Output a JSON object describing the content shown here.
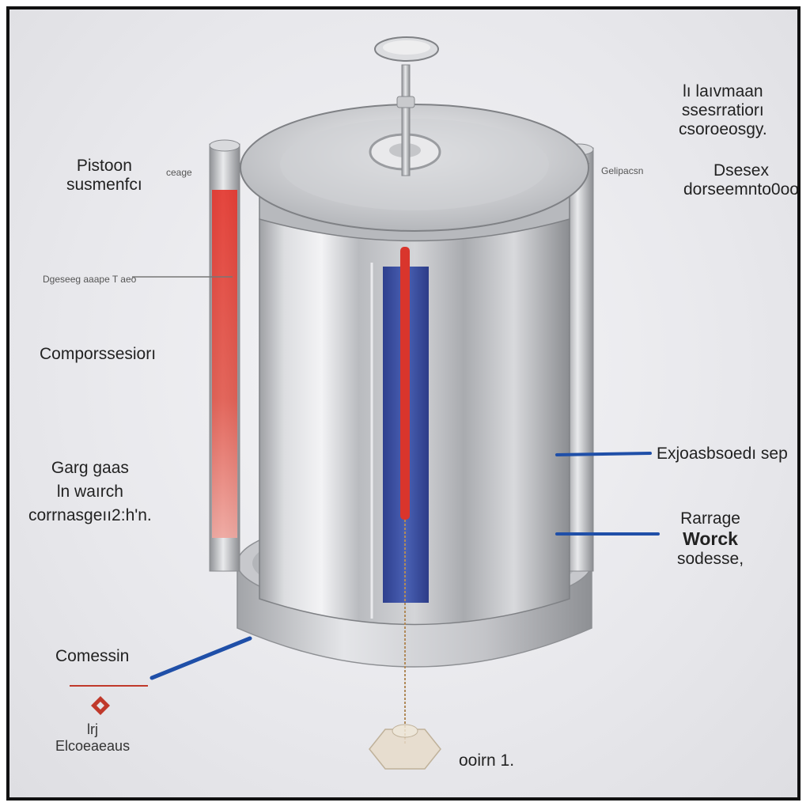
{
  "colors": {
    "background": "#e8e8ec",
    "frame": "#111111",
    "cylinder": "#c9cacd",
    "hot_tube": "#e0473c",
    "cold_strip": "#3a4fa0",
    "pointer": "#1f4fa8",
    "indicator": "#c0392b"
  },
  "labels": {
    "top_right": [
      "lı laıvmaan",
      "ssesrratiorı",
      "csoroeosgy."
    ],
    "piston": [
      "Pistoon",
      "susmenfcı"
    ],
    "piston_small": "ceage",
    "mid_right_small": "Gelipacsn",
    "right_upper": [
      "Dsesex",
      "dorseemnto0oo"
    ],
    "left_small": "Dgeseeg aaape  T aeo",
    "compression": "Comporssesiorı",
    "gas": [
      "Garg gaas",
      "ln waırch",
      "corrnasgeıı2:h'n."
    ],
    "expansion": "Exjoasbsoedı sep",
    "work": [
      "Rarrage",
      "Worck",
      "sodesse,"
    ],
    "bottom_left": "Comessin",
    "bottom_left_small": [
      "lrj",
      "Elcoeaeaus"
    ],
    "bottom_center": "ooirn 1."
  },
  "icons": [
    "diamond-arrow-icon"
  ]
}
